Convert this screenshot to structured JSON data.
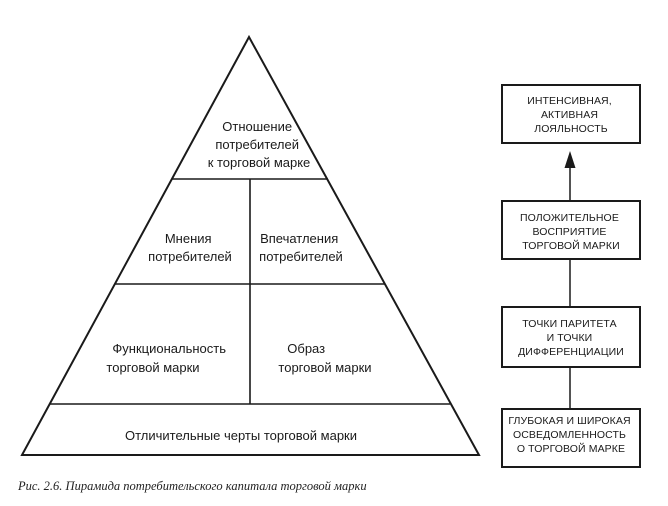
{
  "pyramid": {
    "apex": [
      "Отношение",
      "потребителей",
      "к торговой марке"
    ],
    "middle_left": [
      "Мнения",
      "потребителей"
    ],
    "middle_right": [
      "Впечатления",
      "потребителей"
    ],
    "lower_left": [
      "Функциональность",
      "торговой марки"
    ],
    "lower_right": [
      "Образ",
      "торговой марки"
    ],
    "base": "Отличительные черты торговой марки"
  },
  "ladder": {
    "boxes": [
      [
        "ИНТЕНСИВНАЯ,",
        "АКТИВНАЯ",
        "ЛОЯЛЬНОСТЬ"
      ],
      [
        "ПОЛОЖИТЕЛЬНОЕ",
        "ВОСПРИЯТИЕ",
        "ТОРГОВОЙ МАРКИ"
      ],
      [
        "ТОЧКИ ПАРИТЕТА",
        "И ТОЧКИ",
        "ДИФФЕРЕНЦИАЦИИ"
      ],
      [
        "ГЛУБОКАЯ И ШИРОКАЯ",
        "ОСВЕДОМЛЕННОСТЬ",
        "О ТОРГОВОЙ МАРКЕ"
      ]
    ]
  },
  "caption": "Рис. 2.6. Пирамида потребительского капитала торговой марки",
  "colors": {
    "ink": "#1a1a1a",
    "background": "#ffffff"
  }
}
